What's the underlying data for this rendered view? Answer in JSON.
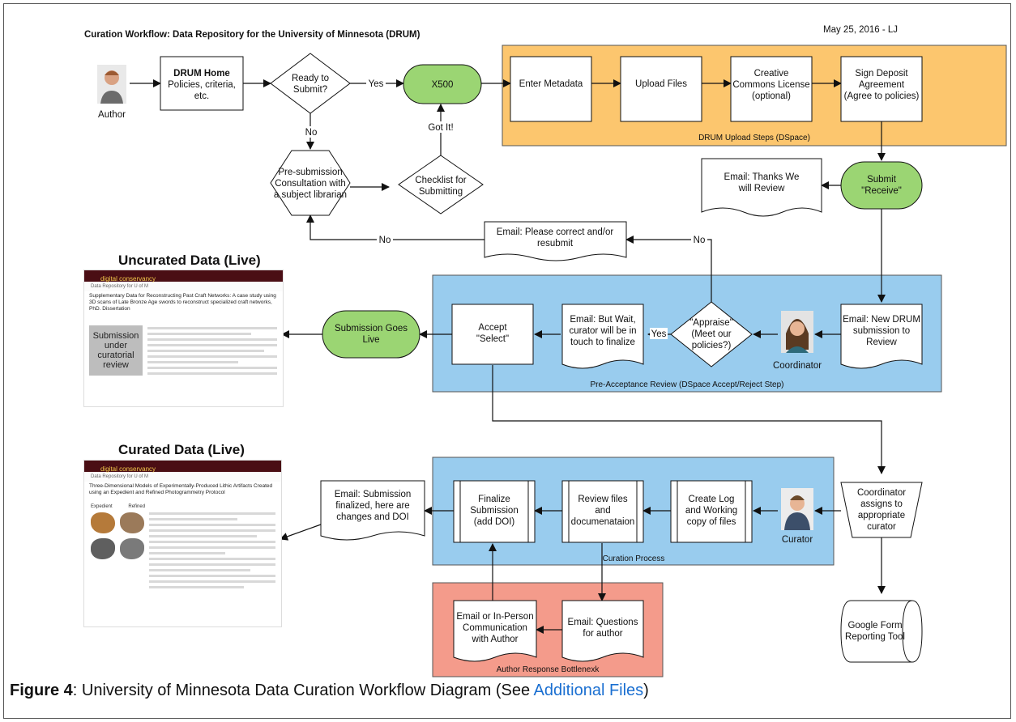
{
  "header": {
    "title": "Curation Workflow: Data Repository for the University of Minnesota (DRUM)",
    "date": "May 25, 2016 - LJ"
  },
  "nodes": {
    "author": "Author",
    "drum_home_1": "DRUM Home",
    "drum_home_2": "Policies, criteria,",
    "drum_home_3": "etc.",
    "ready_1": "Ready to",
    "ready_2": "Submit?",
    "x500": "X500",
    "enter_metadata": "Enter Metadata",
    "upload_files": "Upload Files",
    "cc_1": "Creative",
    "cc_2": "Commons License",
    "cc_3": "(optional)",
    "sign_1": "Sign Deposit",
    "sign_2": "Agreement",
    "sign_3": "(Agree to policies)",
    "upload_steps": "DRUM Upload Steps (DSpace)",
    "presub_1": "Pre-submission",
    "presub_2": "Consultation with",
    "presub_3": "a subject librarian",
    "checklist_1": "Checklist for",
    "checklist_2": "Submitting",
    "thanks_1": "Email: Thanks We",
    "thanks_2": "will Review",
    "submit_1": "Submit",
    "submit_2": "\"Receive\"",
    "correct_1": "Email: Please correct and/or",
    "correct_2": "resubmit",
    "new_1": "Email: New DRUM",
    "new_2": "submission to",
    "new_3": "Review",
    "coordinator": "Coordinator",
    "appraise_1": "\"Appraise\"",
    "appraise_2": "(Meet our",
    "appraise_3": "policies?)",
    "wait_1": "Email: But Wait,",
    "wait_2": "curator will be in",
    "wait_3": "touch to finalize",
    "accept_1": "Accept",
    "accept_2": "\"Select\"",
    "goes_1": "Submission Goes",
    "goes_2": "Live",
    "preaccept": "Pre-Acceptance Review (DSpace Accept/Reject Step)",
    "assign_1": "Coordinator",
    "assign_2": "assigns to",
    "assign_3": "appropriate",
    "assign_4": "curator",
    "curator": "Curator",
    "log_1": "Create Log",
    "log_2": "and Working",
    "log_3": "copy of files",
    "review_1": "Review files",
    "review_2": "and",
    "review_3": "documenataion",
    "final_1": "Finalize",
    "final_2": "Submission",
    "final_3": "(add DOI)",
    "finalized_1": "Email: Submission",
    "finalized_2": "finalized, here are",
    "finalized_3": "changes and DOI",
    "curation_process": "Curation Process",
    "questions_1": "Email: Questions",
    "questions_2": "for author",
    "comm_1": "Email or In-Person",
    "comm_2": "Communication",
    "comm_3": "with Author",
    "bottleneck": "Author Response Bottlenexk",
    "google_1": "Google Form",
    "google_2": "Reporting Tool"
  },
  "edges": {
    "yes": "Yes",
    "no": "No",
    "got_it": "Got It!"
  },
  "screens": {
    "uncurated_title": "Uncurated Data (Live)",
    "curated_title": "Curated Data (Live)",
    "grey_1": "Submission",
    "grey_2": "under",
    "grey_3": "curatorial",
    "grey_4": "review",
    "site_name": "digital conservancy",
    "drum_name": "Data Repository for U of M",
    "uncurated_heading": "Supplementary Data for Reconstructing Past Craft Networks: A case study using 3D scans of Late Bronze Age swords to reconstruct specialized craft networks, PhD. Dissertation",
    "curated_heading": "Three-Dimensional Models of Experimentally-Produced Lithic Artifacts Created using an Expedient and Refined Photogrammetry Protocol",
    "expedient": "Expedient",
    "refined": "Refined"
  },
  "caption": {
    "label": "Figure 4",
    "text": ": University of Minnesota Data Curation Workflow Diagram (See ",
    "link": "Additional Files",
    "end": ")"
  },
  "colors": {
    "orange": "#fcc66e",
    "blue": "#99ccee",
    "red": "#f49b8b",
    "green": "#9bd573"
  }
}
